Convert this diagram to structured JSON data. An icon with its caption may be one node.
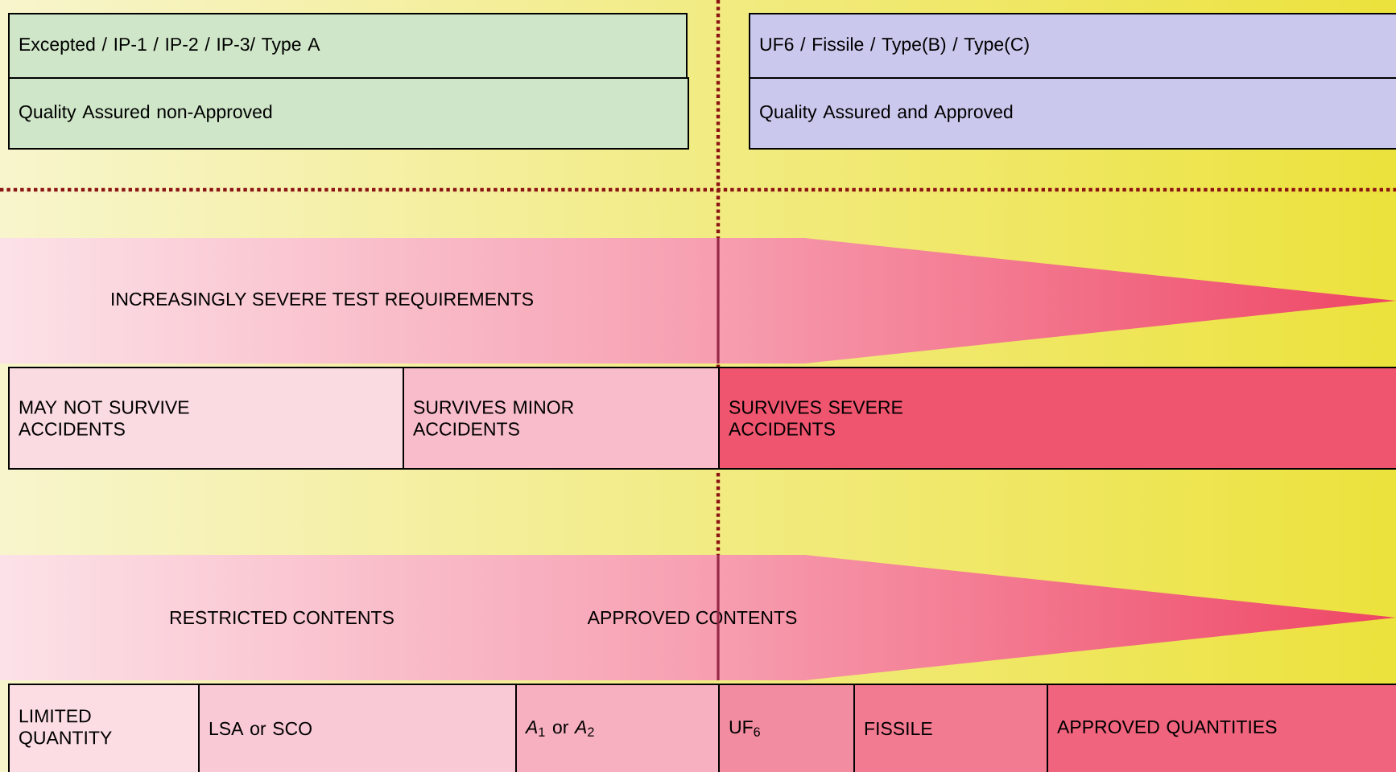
{
  "diagram": {
    "nodes": [
      {
        "text": [
          "Excepted / IP-1 / IP-2 / IP-3/ Type A"
        ]
      },
      {
        "text": [
          "Quality Assured non-Approved"
        ]
      },
      {
        "text": [
          "UF6 / Fissile / Type(B) / Type(C)"
        ]
      },
      {
        "text": [
          "Quality Assured and Approved"
        ]
      },
      {
        "text": [
          "INCREASINGLY SEVERE TEST REQUIREMENTS"
        ]
      },
      {
        "text": [
          "MAY NOT SURVIVE ACCIDENTS"
        ]
      },
      {
        "text": [
          "SURVIVES MINOR ACCIDENTS"
        ]
      },
      {
        "text": [
          "SURVIVES SEVERE ACCIDENTS"
        ]
      },
      {
        "text": [
          "RESTRICTED CONTENTS",
          "APPROVED CONTENTS"
        ]
      },
      {
        "text": [
          "LIMITED QUANTITY"
        ]
      },
      {
        "text": [
          "LSA or SCO"
        ]
      },
      {
        "text": [
          "*A*$_{1}$ or *A*$_{2}$"
        ]
      },
      {
        "text": [
          "UF$_{6}$"
        ]
      },
      {
        "text": [
          "FISSILE"
        ]
      },
      {
        "text": [
          "APPROVED QUANTITIES"
        ]
      }
    ]
  }
}
